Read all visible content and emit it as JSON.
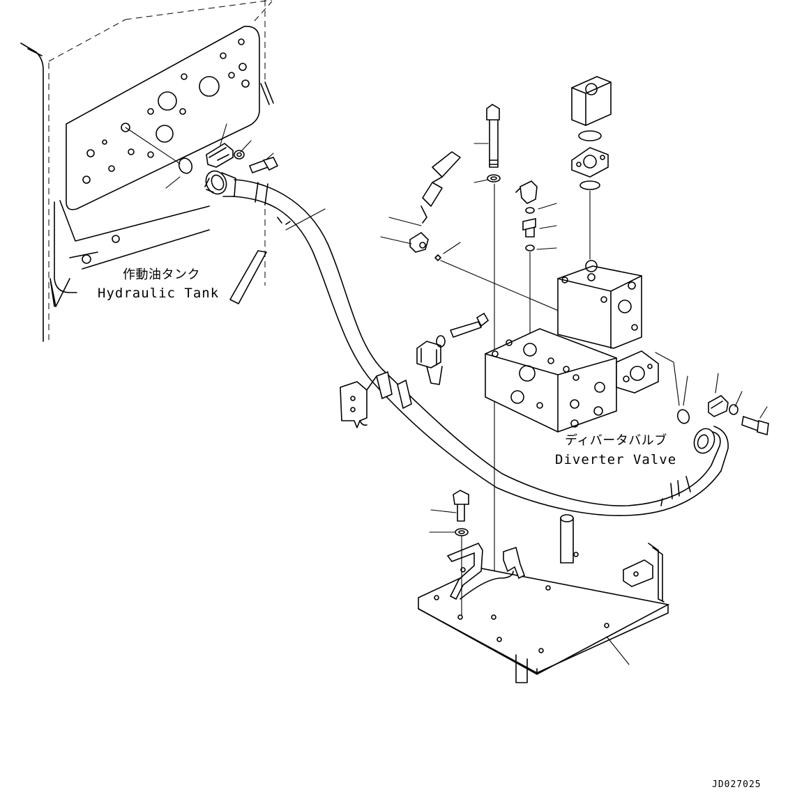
{
  "labels": {
    "tank_jp": "作動油タンク",
    "tank_en": "Hydraulic Tank",
    "valve_jp": "ディバータバルブ",
    "valve_en": "Diverter Valve"
  },
  "drawing_id": "JD027025"
}
